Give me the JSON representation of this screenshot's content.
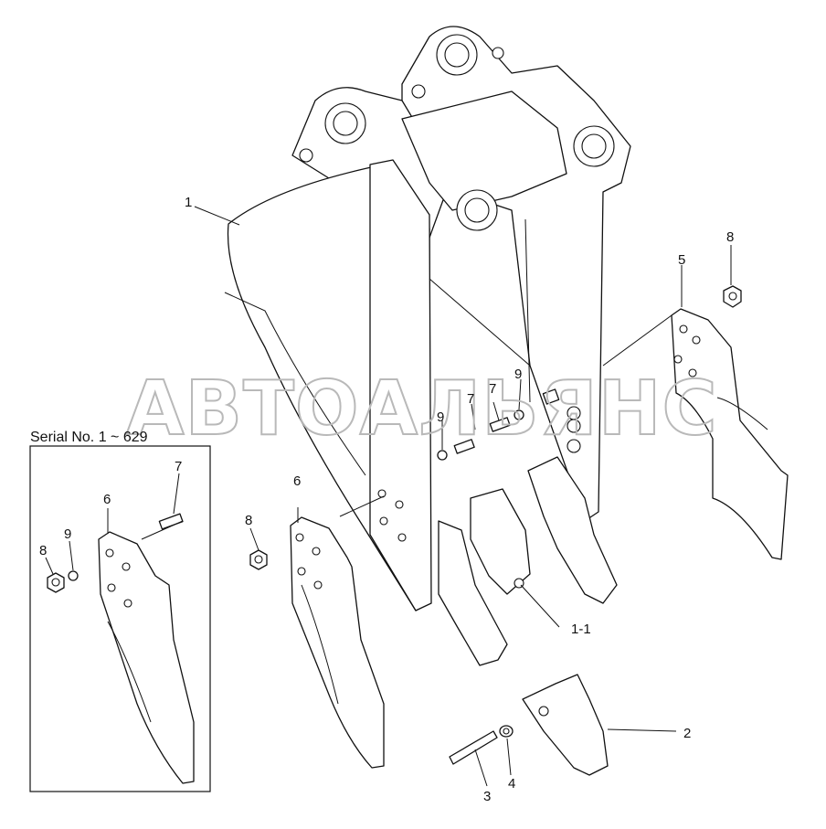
{
  "watermark": "АВТОАЛЬЯНС",
  "serial_box": {
    "label": "Serial No. 1 ~ 629"
  },
  "callouts": {
    "bucket": "1",
    "tooth_assembly": "1-1",
    "tooth_point": "2",
    "pin": "3",
    "lock_washer": "4",
    "side_cutter_right": "5",
    "side_cutter_left": "6",
    "side_cutter_left_serial": "6",
    "bolt_a": "7",
    "bolt_b": "7",
    "bolt_serial": "7",
    "nut_right": "8",
    "nut_left": "8",
    "nut_serial": "8",
    "washer_a": "9",
    "washer_b": "9",
    "washer_serial": "9"
  }
}
